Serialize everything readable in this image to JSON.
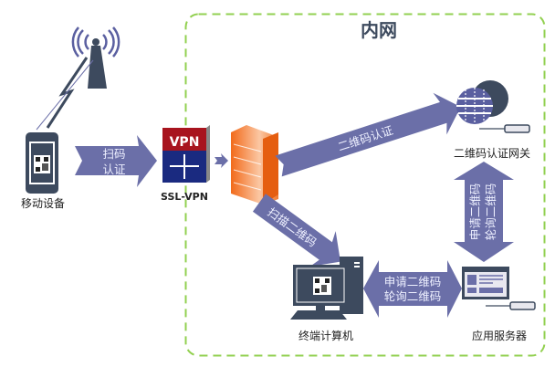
{
  "zone": {
    "title": "内网",
    "border_color": "#92d050"
  },
  "nodes": {
    "mobile": {
      "label": "移动设备",
      "icon": "smartphone-qr-icon"
    },
    "tower": {
      "icon": "cell-tower-icon"
    },
    "vpn": {
      "label": "SSL-VPN",
      "badge": "VPN",
      "icon": "vpn-router-icon"
    },
    "firewall": {
      "icon": "firewall-icon"
    },
    "gateway": {
      "label": "二维码认证网关",
      "icon": "globe-gateway-icon"
    },
    "terminal": {
      "label": "终端计算机",
      "icon": "desktop-computer-icon"
    },
    "server": {
      "label": "应用服务器",
      "icon": "app-server-icon"
    }
  },
  "arrows": {
    "scan_auth": {
      "line1": "扫码",
      "line2": "认证"
    },
    "qr_auth": {
      "text": "二维码认证"
    },
    "scan_qr": {
      "text": "扫描二维码"
    },
    "terminal_server": {
      "line1": "申请二维码",
      "line2": "轮询二维码"
    },
    "gateway_server": {
      "line1": "申请二维码",
      "line2": "轮询二维码"
    }
  },
  "colors": {
    "arrow": "#6b6fa8",
    "icon_dark": "#3d4a5e",
    "vpn_red": "#a8141e",
    "vpn_blue": "#1a2a80",
    "firewall": "#f07a30"
  }
}
